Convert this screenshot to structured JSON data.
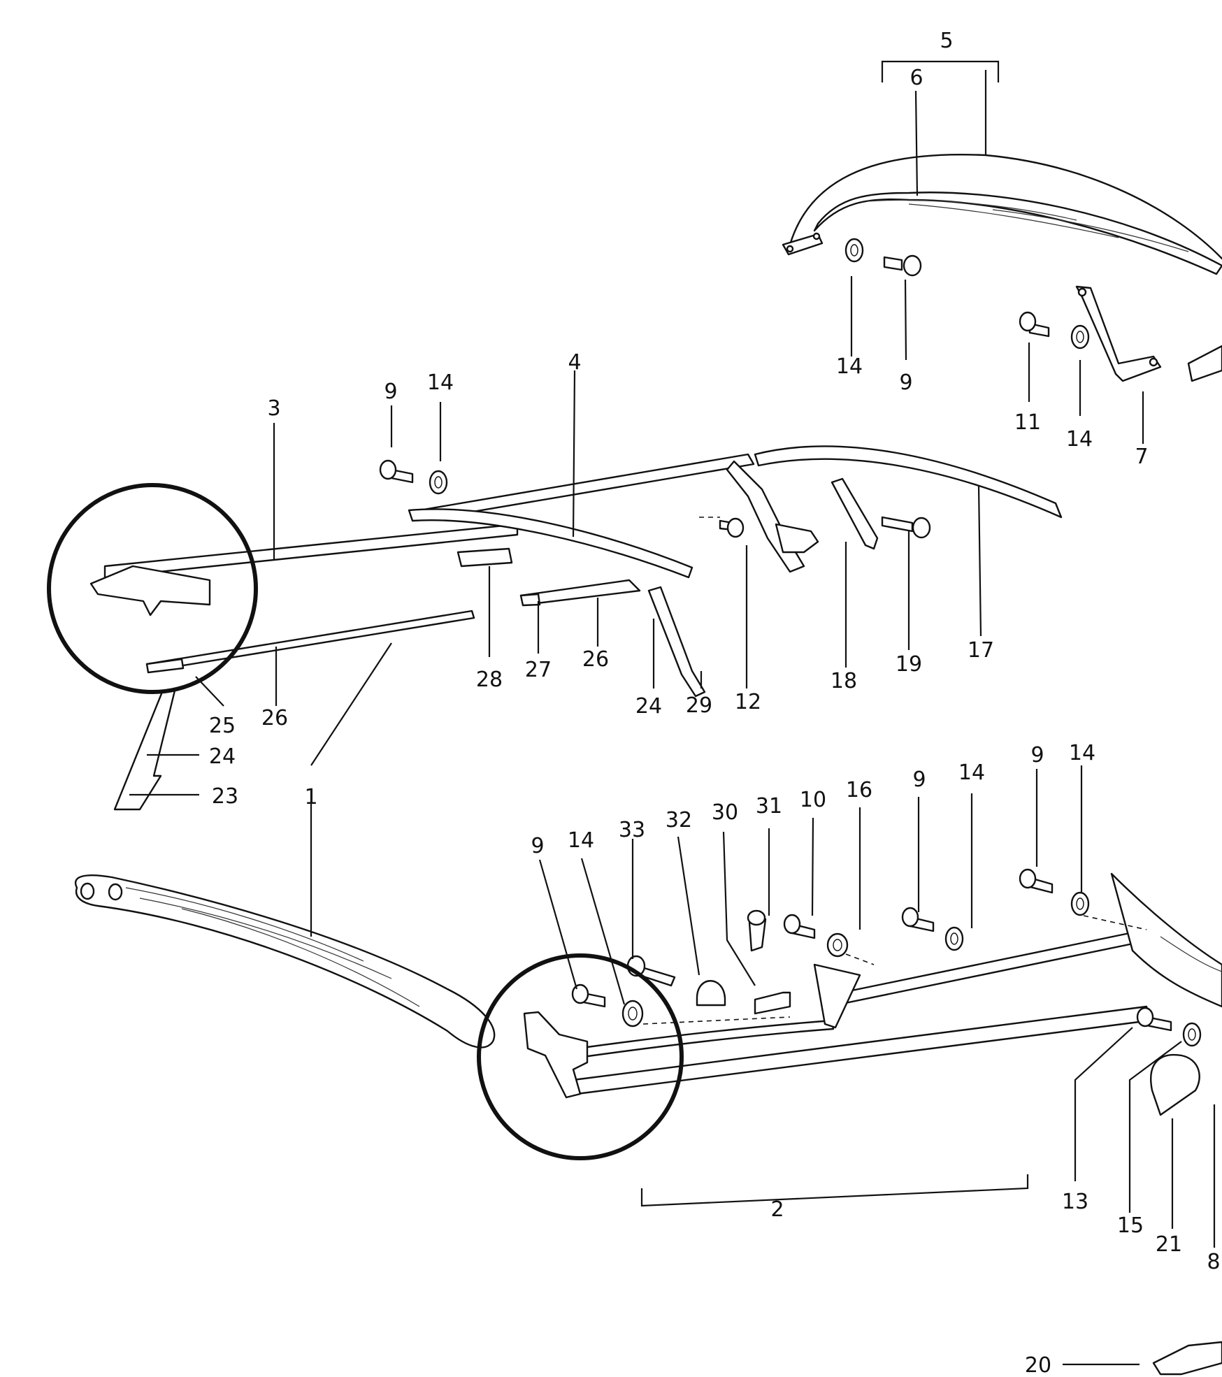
{
  "diagram": {
    "type": "exploded parts diagram",
    "line_color": "#111111",
    "background_color": "#ffffff",
    "callouts": [
      {
        "id": "c5",
        "label": "5"
      },
      {
        "id": "c6",
        "label": "6"
      },
      {
        "id": "c14a",
        "label": "14"
      },
      {
        "id": "c9a",
        "label": "9"
      },
      {
        "id": "c11",
        "label": "11"
      },
      {
        "id": "c14b",
        "label": "14"
      },
      {
        "id": "c7",
        "label": "7"
      },
      {
        "id": "c9b",
        "label": "9"
      },
      {
        "id": "c14c",
        "label": "14"
      },
      {
        "id": "c4",
        "label": "4"
      },
      {
        "id": "c3",
        "label": "3"
      },
      {
        "id": "c28",
        "label": "28"
      },
      {
        "id": "c27",
        "label": "27"
      },
      {
        "id": "c26a",
        "label": "26"
      },
      {
        "id": "c24a",
        "label": "24"
      },
      {
        "id": "c29",
        "label": "29"
      },
      {
        "id": "c12",
        "label": "12"
      },
      {
        "id": "c18",
        "label": "18"
      },
      {
        "id": "c19",
        "label": "19"
      },
      {
        "id": "c17",
        "label": "17"
      },
      {
        "id": "c25",
        "label": "25"
      },
      {
        "id": "c26b",
        "label": "26"
      },
      {
        "id": "c24b",
        "label": "24"
      },
      {
        "id": "c23",
        "label": "23"
      },
      {
        "id": "c1",
        "label": "1"
      },
      {
        "id": "c9c",
        "label": "9"
      },
      {
        "id": "c14d",
        "label": "14"
      },
      {
        "id": "c9d",
        "label": "9"
      },
      {
        "id": "c14e",
        "label": "14"
      },
      {
        "id": "c9e",
        "label": "9"
      },
      {
        "id": "c14f",
        "label": "14"
      },
      {
        "id": "c33",
        "label": "33"
      },
      {
        "id": "c32",
        "label": "32"
      },
      {
        "id": "c30",
        "label": "30"
      },
      {
        "id": "c31",
        "label": "31"
      },
      {
        "id": "c10",
        "label": "10"
      },
      {
        "id": "c16",
        "label": "16"
      },
      {
        "id": "c2",
        "label": "2"
      },
      {
        "id": "c13",
        "label": "13"
      },
      {
        "id": "c15",
        "label": "15"
      },
      {
        "id": "c21",
        "label": "21"
      },
      {
        "id": "c8",
        "label": "8"
      },
      {
        "id": "c20",
        "label": "20"
      }
    ]
  }
}
